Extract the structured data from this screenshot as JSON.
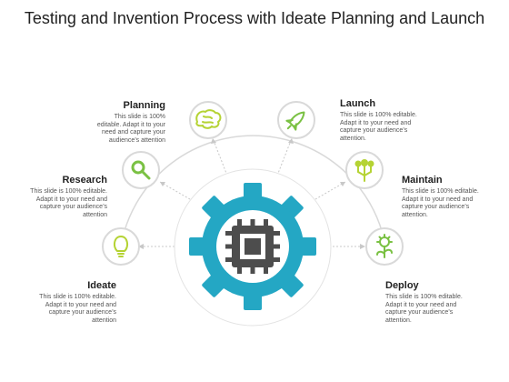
{
  "title": "Testing and Invention Process with Ideate Planning and Launch",
  "colors": {
    "gear": "#24a7c4",
    "chip": "#4d4d4d",
    "arc": "#d9d9d9",
    "icon_green": "#7ac143",
    "icon_lime": "#b5d334"
  },
  "steps": [
    {
      "id": "ideate",
      "heading": "Ideate",
      "icon": "lightbulb-icon",
      "text": "This slide is 100% editable. Adapt it to your need and capture your audience’s attention"
    },
    {
      "id": "research",
      "heading": "Research",
      "icon": "magnifier-icon",
      "text": "This slide is 100% editable. Adapt it to your need and capture your audience’s attention"
    },
    {
      "id": "planning",
      "heading": "Planning",
      "icon": "brain-icon",
      "text": "This slide is 100% editable. Adapt it to your need and capture your audience’s attention"
    },
    {
      "id": "launch",
      "heading": "Launch",
      "icon": "rocket-icon",
      "text": "This slide is 100% editable. Adapt it to your need and capture your audience’s attention."
    },
    {
      "id": "maintain",
      "heading": "Maintain",
      "icon": "network-icon",
      "text": "This slide is 100% editable. Adapt it to your need and capture your audience’s attention."
    },
    {
      "id": "deploy",
      "heading": "Deploy",
      "icon": "gear-plant-icon",
      "text": "This slide is 100% editable. Adapt it to your need and capture your audience’s attention."
    }
  ]
}
